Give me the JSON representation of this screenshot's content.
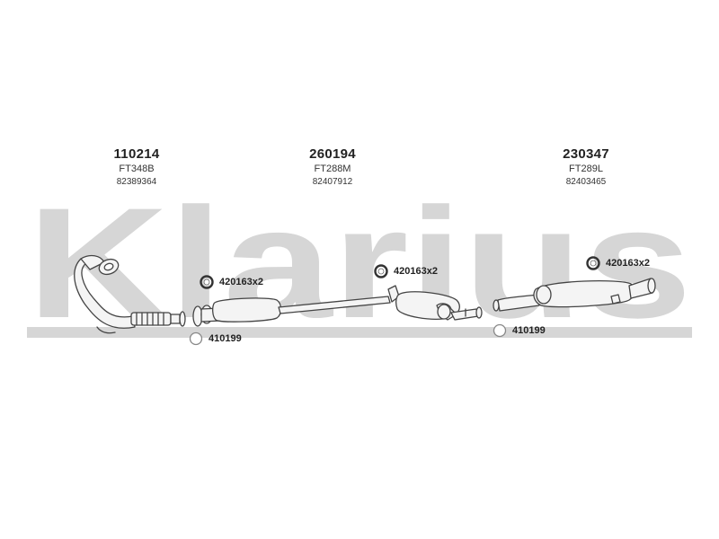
{
  "brand": {
    "watermark_text": "Klarius",
    "watermark_color": "#d6d6d6"
  },
  "parts": [
    {
      "part_number": "110214",
      "code": "FT348B",
      "oe_number": "82389364"
    },
    {
      "part_number": "260194",
      "code": "FT288M",
      "oe_number": "82407912"
    },
    {
      "part_number": "230347",
      "code": "FT289L",
      "oe_number": "82403465"
    }
  ],
  "accessories": [
    {
      "label": "420163x2",
      "type": "clamp-icon"
    },
    {
      "label": "410199",
      "type": "hanger-icon"
    },
    {
      "label": "420163x2",
      "type": "clamp-icon"
    },
    {
      "label": "410199",
      "type": "hanger-icon"
    },
    {
      "label": "420163x2",
      "type": "clamp-icon"
    }
  ],
  "colors": {
    "pipe_stroke": "#444444",
    "pipe_fill": "#f4f4f4",
    "text": "#222222"
  }
}
